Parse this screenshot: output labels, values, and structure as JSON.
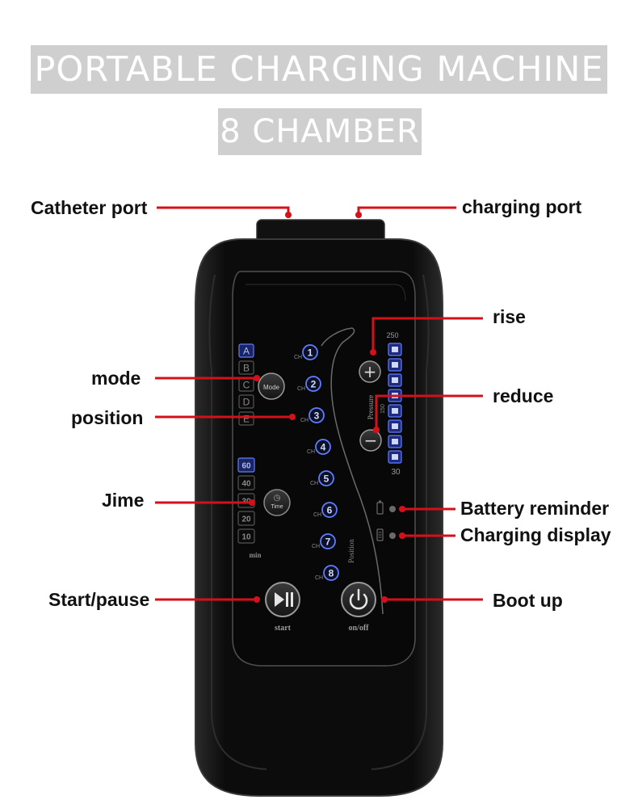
{
  "header": {
    "title": "PORTABLE CHARGING MACHINE",
    "subtitle": "8 CHAMBER"
  },
  "callouts": {
    "catheter_port": "Catheter port",
    "charging_port": "charging port",
    "rise": "rise",
    "mode": "mode",
    "reduce": "reduce",
    "position": "position",
    "jime": "Jime",
    "battery_reminder": "Battery reminder",
    "charging_display": "Charging display",
    "start_pause": "Start/pause",
    "boot_up": "Boot up"
  },
  "device": {
    "mode_letters": [
      "A",
      "B",
      "C",
      "D",
      "E"
    ],
    "mode_button_label": "Mode",
    "time_values": [
      "60",
      "40",
      "30",
      "20",
      "10"
    ],
    "time_unit": "min",
    "time_button_label": "Time",
    "channel_numbers": [
      "1",
      "2",
      "3",
      "4",
      "5",
      "6",
      "7",
      "8"
    ],
    "channel_tag": "CH",
    "position_label": "Position",
    "pressure_label": "Pressure",
    "pressure_max": "250",
    "pressure_mid": "150",
    "pressure_min": "30",
    "pressure_level_count": 8,
    "start_label": "start",
    "power_label": "on/off",
    "colors": {
      "led_blue": "#5f7dff",
      "callout_line": "#d4101a",
      "body": "#0d0d0d"
    }
  }
}
